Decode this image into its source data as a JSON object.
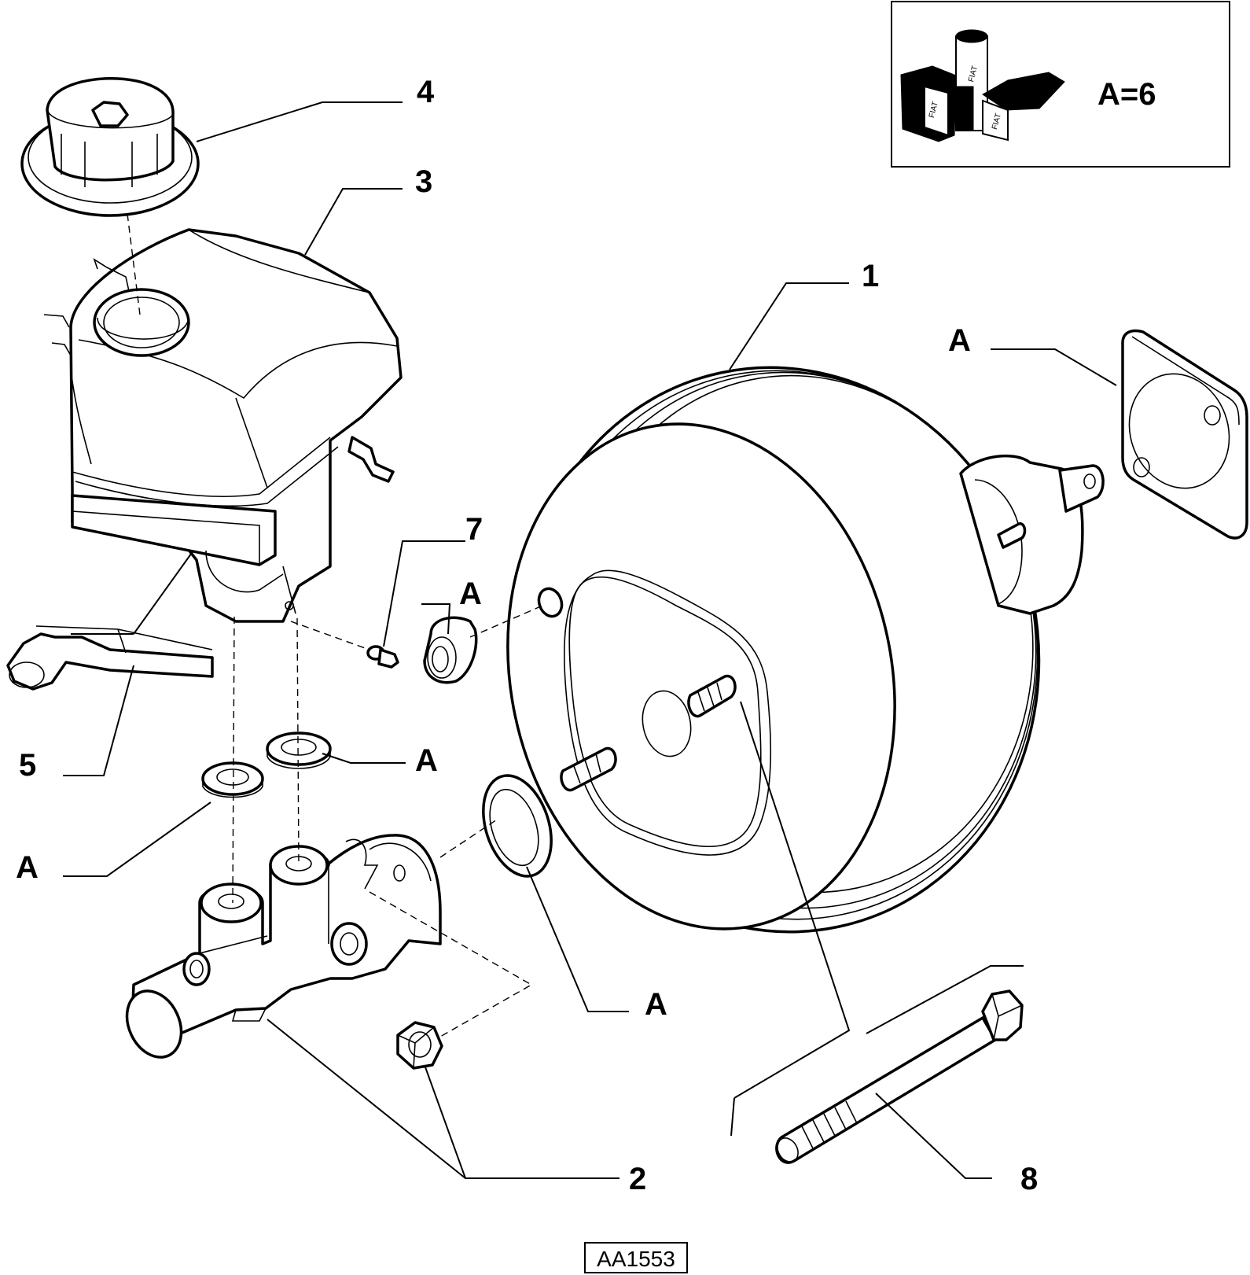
{
  "diagram": {
    "drawing_code": "AA1553",
    "kit_note": "A=6",
    "kit_logo_text": "FIAT",
    "callouts": {
      "c1": "1",
      "c2": "2",
      "c3": "3",
      "c4": "4",
      "c5": "5",
      "c7": "7",
      "c8": "8",
      "a_flange_gasket": "A",
      "a_grommet": "A",
      "a_seal_upper": "A",
      "a_seal_lower": "A",
      "a_oring": "A"
    }
  }
}
